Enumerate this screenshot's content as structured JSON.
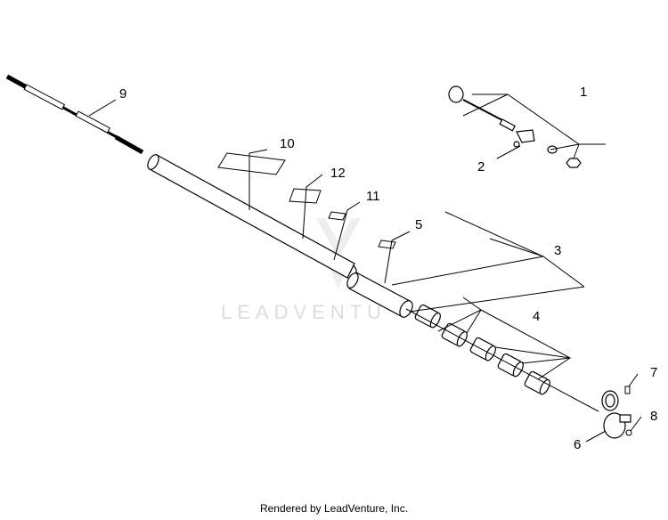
{
  "callouts": {
    "c1": "1",
    "c2": "2",
    "c3": "3",
    "c4": "4",
    "c5": "5",
    "c6": "6",
    "c7": "7",
    "c8": "8",
    "c9": "9",
    "c10": "10",
    "c11": "11",
    "c12": "12"
  },
  "watermark": "LEADVENTU",
  "footer": "Rendered by LeadVenture, Inc.",
  "colors": {
    "line": "#000000",
    "watermark": "#dcdcdc"
  }
}
